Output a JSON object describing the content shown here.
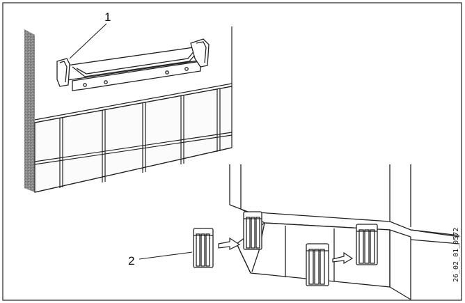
{
  "figure": {
    "callouts": [
      "1",
      "2"
    ],
    "figure_code": "26_02_01_0572",
    "colors": {
      "line": "#222222",
      "wall": "#f4f4f4",
      "wall_edge": "#7a7a7a",
      "tile": "#f8f8f8",
      "background": "#ffffff"
    },
    "parts": {
      "wall_bracket": "wall-mounting-bracket",
      "tiles": "tiled-wall",
      "appliance": "appliance-bottom",
      "clip_loose": "mounting-clip",
      "arrow": "insertion-arrow"
    }
  }
}
